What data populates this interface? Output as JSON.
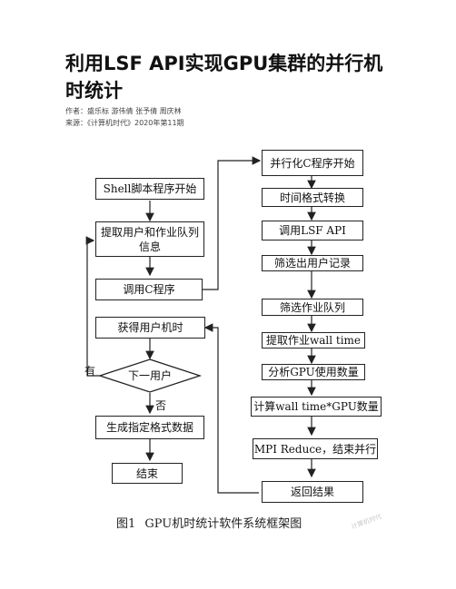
{
  "article": {
    "title": "利用LSF API实现GPU集群的并行机时统计",
    "authors_line": "作者：盛乐标 游伟倩 张予倩 周庆林",
    "source_line": "来源：《计算机时代》2020年第11期"
  },
  "figure": {
    "caption": "图1 GPU机时统计软件系统框架图",
    "left_column": {
      "shell_start": "Shell脚本程序开始",
      "extract_user_queue": "提取用户和作业队列信息",
      "call_c": "调用C程序",
      "get_user_hours": "获得用户机时",
      "next_user": "下一用户",
      "gen_format": "生成指定格式数据",
      "end": "结束"
    },
    "right_column": {
      "parallel_c_start": "并行化C程序开始",
      "time_format": "时间格式转换",
      "call_lsf_api": "调用LSF API",
      "filter_user_records": "筛选出用户记录",
      "filter_job_queue": "筛选作业队列",
      "extract_wall_time": "提取作业wall time",
      "analyze_gpu_usage": "分析GPU使用数量",
      "compute_product": "计算wall time*GPU数量",
      "mpi_reduce": "MPI Reduce，结束并行",
      "return_result": "返回结果"
    },
    "edge_labels": {
      "yes": "有",
      "no": "否"
    }
  },
  "watermark": "计算机时代"
}
